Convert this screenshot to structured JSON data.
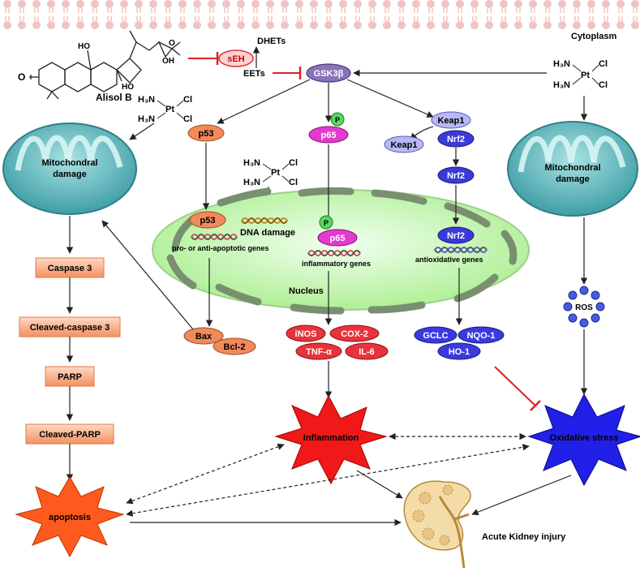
{
  "labels": {
    "cytoplasm": "Cytoplasm",
    "nucleus": "Nucleus",
    "alisol": "Alisol B",
    "seh": "sEH",
    "dhets": "DHETs",
    "eets": "EETs",
    "gsk3b": "GSK3β",
    "p53": "p53",
    "p65": "p65",
    "p": "P",
    "keap1": "Keap1",
    "nrf2": "Nrf2",
    "mito": "Mitochondral",
    "damage": "damage",
    "dna_damage": "DNA damage",
    "apoptotic_genes": "pro- or anti-apoptotic genes",
    "inflammatory_genes": "inflammatory genes",
    "antioxidative_genes": "antioxidative genes",
    "caspase3": "Caspase 3",
    "cleaved_caspase3": "Cleaved-caspase 3",
    "parp": "PARP",
    "cleaved_parp": "Cleaved-PARP",
    "apoptosis": "apoptosis",
    "bax": "Bax",
    "bcl2": "Bcl-2",
    "inos": "iNOS",
    "cox2": "COX-2",
    "tnfa": "TNF-α",
    "il6": "IL-6",
    "gclc": "GCLC",
    "nqo1": "NQO-1",
    "ho1": "HO-1",
    "ros": "ROS",
    "inflammation": "Inflammation",
    "oxidative_stress": "Oxidative stress",
    "aki": "Acute Kidney injury",
    "pt": "Pt",
    "cl": "Cl",
    "h3n": "H₃N"
  },
  "colors": {
    "membrane": "#f3c6c6",
    "mito_fill": "#6fbec4",
    "nucleus_fill": "#c9f5b5",
    "nucleus_rim": "#7a8f70",
    "gsk": "#8a73b8",
    "p53": "#f08a5a",
    "p65": "#e23ad0",
    "nrf2": "#3a3ad8",
    "keap1": "#a6a6f2",
    "red_node": "#e8333a",
    "blue_node": "#3a3ae0",
    "box": "#f7a77a",
    "inhibit": "#e02020"
  }
}
